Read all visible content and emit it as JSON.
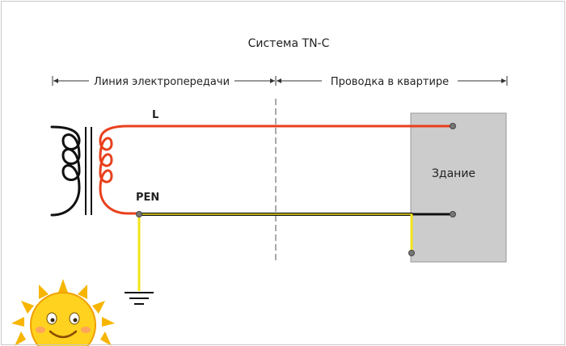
{
  "title": "Система TN-C",
  "sections": {
    "power_line": "Линия электропередачи",
    "apartment_wiring": "Проводка в квартире"
  },
  "labels": {
    "line": "L",
    "pen": "PEN",
    "building": "Здание"
  },
  "icons": {
    "sun": "sun-mascot-icon",
    "ground": "ground-icon"
  },
  "colors": {
    "phase": "#e8401c",
    "neutral": "#111111",
    "protective": "#f2e41a",
    "building": "#cccccc",
    "text": "#222222"
  }
}
